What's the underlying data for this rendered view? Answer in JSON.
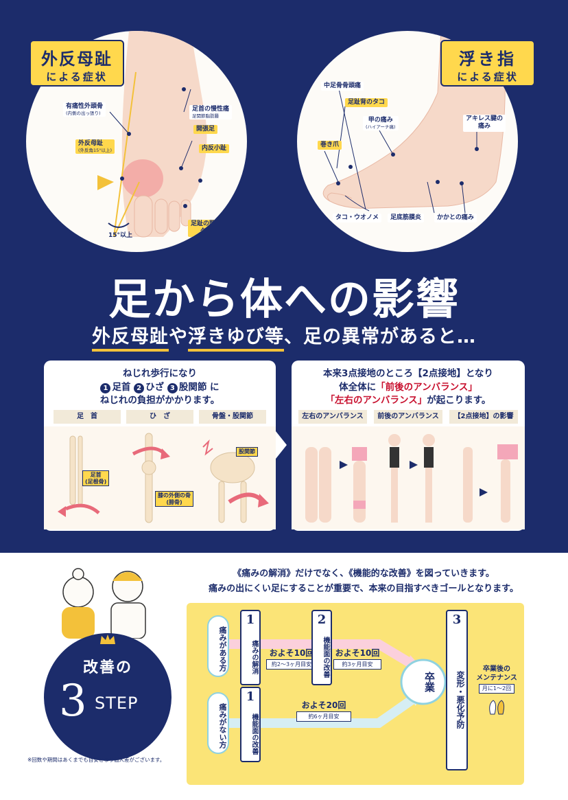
{
  "hallux_valgus": {
    "title": "外反母趾",
    "subtitle": "による症状",
    "callouts": {
      "painful_bone": "有痛性外頭骨",
      "painful_bone_sub": "(内側の出っ張り)",
      "ankle_pain": "足首の慢性痛",
      "ankle_pain_sub": "足関節脂肪腫",
      "splay_foot": "開張足",
      "hv": "外反母趾",
      "hv_sub": "(外反角15°以上)",
      "bunionette": "内反小趾",
      "between_toes": "足趾の間の",
      "between_toes2": "タコ",
      "angle": "15°以上"
    }
  },
  "floating_toe": {
    "title": "浮き指",
    "subtitle": "による症状",
    "callouts": {
      "metatarsal": "中足骨骨頭痛",
      "toe_back": "足趾背のタコ",
      "instep": "甲の痛み",
      "instep_sub": "(ハイアーチ痛)",
      "achilles": "アキレス腱の",
      "achilles2": "痛み",
      "ingrown": "巻き爪",
      "corn": "タコ・ウオノメ",
      "plantar": "足底筋膜炎",
      "heel": "かかとの痛み"
    }
  },
  "headline": "足から体への影響",
  "subheadline": {
    "hv": "外反母趾",
    "ya": "や",
    "ft": "浮きゆび等",
    "rest": "、足の異常があると…"
  },
  "left_panel": {
    "line1": "ねじれ歩行になり",
    "n1": "1",
    "p1": "足首",
    "n2": "2",
    "p2": "ひざ",
    "n3": "3",
    "p3": "股関節",
    "ni": "に",
    "line3": "ねじれの負担がかかります。",
    "tags": [
      "足　首",
      "ひ　ざ",
      "骨盤・股関節"
    ],
    "labels": {
      "ankle": "足首",
      "ankle2": "(足根骨)",
      "knee": "膝の外側の骨",
      "knee2": "(腓骨)",
      "hip": "股関節"
    }
  },
  "right_panel": {
    "line1": "本来3点接地のところ【2点接地】となり",
    "line2a": "体全体に",
    "line2b": "「前後のアンバランス」",
    "line3a": "「左右のアンバランス」",
    "line3b": "が起こります。",
    "tags": [
      "左右のアンバランス",
      "前後のアンバランス",
      "【2点接地】の影響"
    ]
  },
  "intro": {
    "line1": "《痛みの解消》だけでなく、《機能的な改善》を図っていきます。",
    "line2": "痛みの出にくい足にすることが重要で、本来の目指すべきゴールとなります。"
  },
  "step_circle": {
    "title": "改善の",
    "num": "3",
    "word": "STEP"
  },
  "steps": {
    "with_pain": "痛みがある方",
    "without_pain": "痛みがない方",
    "s1_num": "1",
    "s1_label": "痛みの解消",
    "s1_freq": "およそ10回",
    "s1_period": "約2〜3ヶ月目安",
    "s2_num": "2",
    "s2_label": "機能面の改善",
    "s2_freq": "およそ10回",
    "s2_period": "約3ヶ月目安",
    "s3_num": "3",
    "s3_label": "変形・悪化予防",
    "b1_num": "1",
    "b1_label": "機能面の改善",
    "b_freq": "およそ20回",
    "b_period": "約6ヶ月目安",
    "graduate": "卒業",
    "maint_title": "卒業後の",
    "maint_title2": "メンテナンス",
    "maint_freq": "月に1〜2回"
  },
  "note": "※回数や期間はあくまでも目安となり個人差がございます。",
  "colors": {
    "navy": "#1c2c6b",
    "yellow": "#ffd84d",
    "pink": "#f4a7b9",
    "blue": "#8fd2e0",
    "red": "#c8102e"
  }
}
